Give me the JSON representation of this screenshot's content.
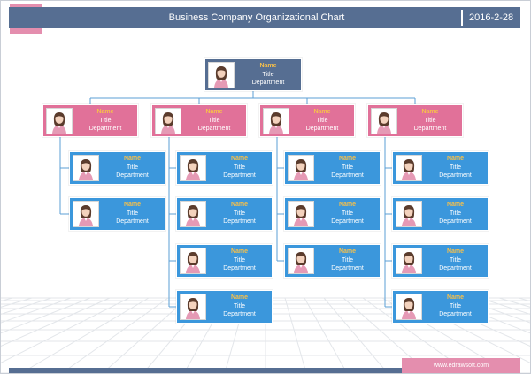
{
  "header": {
    "title": "Business Company Organizational Chart",
    "date": "2016-2-28"
  },
  "footer": {
    "url": "www.edrawsoft.com"
  },
  "colors": {
    "header": "#566e92",
    "accent_pink": "#e48eae",
    "root_node": "#566e92",
    "manager_node": "#e17199",
    "staff_node": "#3b97dc",
    "name_text": "#f7c04a",
    "connector": "#5b9fd6"
  },
  "chart": {
    "root": {
      "name": "Name",
      "title": "Title",
      "department": "Department",
      "avatar_icon": "female-avatar-icon"
    },
    "managers": [
      {
        "name": "Name",
        "title": "Title",
        "department": "Department",
        "avatar_icon": "female-avatar-icon",
        "staff": [
          {
            "name": "Name",
            "title": "Title",
            "department": "Department"
          },
          {
            "name": "Name",
            "title": "Title",
            "department": "Department"
          }
        ]
      },
      {
        "name": "Name",
        "title": "Title",
        "department": "Department",
        "avatar_icon": "female-avatar-icon",
        "staff": [
          {
            "name": "Name",
            "title": "Title",
            "department": "Department"
          },
          {
            "name": "Name",
            "title": "Title",
            "department": "Department"
          },
          {
            "name": "Name",
            "title": "Title",
            "department": "Department"
          },
          {
            "name": "Name",
            "title": "Title",
            "department": "Department"
          }
        ]
      },
      {
        "name": "Name",
        "title": "Title",
        "department": "Department",
        "avatar_icon": "female-avatar-icon",
        "staff": [
          {
            "name": "Name",
            "title": "Title",
            "department": "Department"
          },
          {
            "name": "Name",
            "title": "Title",
            "department": "Department"
          },
          {
            "name": "Name",
            "title": "Title",
            "department": "Department"
          }
        ]
      },
      {
        "name": "Name",
        "title": "Title",
        "department": "Department",
        "avatar_icon": "female-avatar-icon",
        "staff": [
          {
            "name": "Name",
            "title": "Title",
            "department": "Department"
          },
          {
            "name": "Name",
            "title": "Title",
            "department": "Department"
          },
          {
            "name": "Name",
            "title": "Title",
            "department": "Department"
          },
          {
            "name": "Name",
            "title": "Title",
            "department": "Department"
          }
        ]
      }
    ]
  }
}
